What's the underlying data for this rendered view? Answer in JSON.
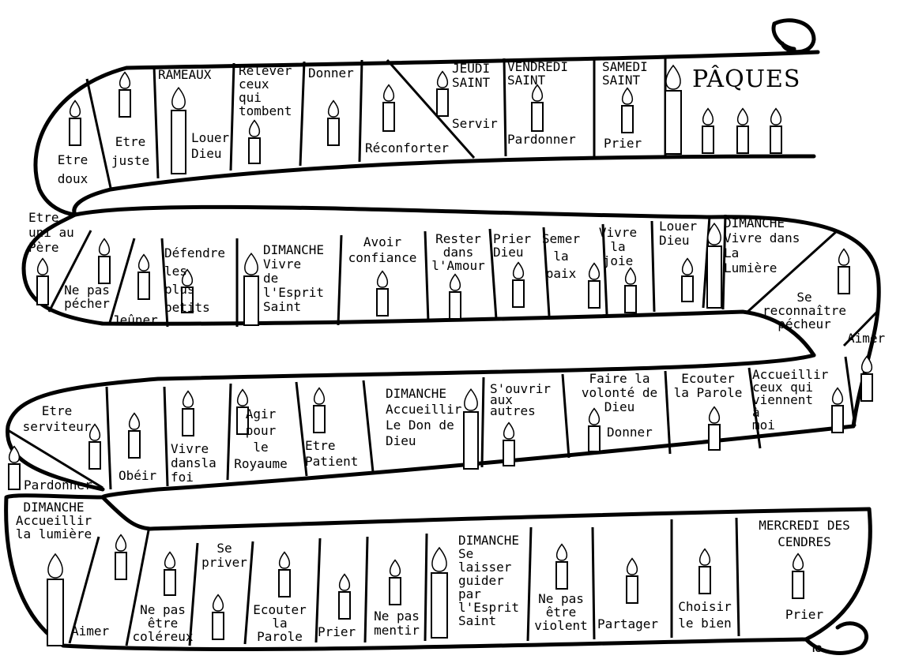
{
  "signature": "IC",
  "cells": [
    {
      "id": "etre-doux",
      "lines": [
        "Etre",
        "doux"
      ]
    },
    {
      "id": "etre-juste",
      "lines": [
        "Etre",
        "juste"
      ]
    },
    {
      "id": "rameaux-title",
      "lines": [
        "RAMEAUX"
      ]
    },
    {
      "id": "louer-dieu-1",
      "lines": [
        "Louer",
        "Dieu"
      ]
    },
    {
      "id": "relever",
      "lines": [
        "Relever",
        "ceux",
        "qui",
        "tombent"
      ]
    },
    {
      "id": "donner-1",
      "lines": [
        "Donner"
      ]
    },
    {
      "id": "reconforter",
      "lines": [
        "Réconforter"
      ]
    },
    {
      "id": "jeudi-saint",
      "lines": [
        "JEUDI",
        "SAINT"
      ]
    },
    {
      "id": "servir",
      "lines": [
        "Servir"
      ]
    },
    {
      "id": "vendredi-saint",
      "lines": [
        "VENDREDI",
        "SAINT"
      ]
    },
    {
      "id": "pardonner-1",
      "lines": [
        "Pardonner"
      ]
    },
    {
      "id": "samedi-saint",
      "lines": [
        "SAMEDI",
        "SAINT"
      ]
    },
    {
      "id": "prier-1",
      "lines": [
        "Prier"
      ]
    },
    {
      "id": "paques",
      "lines": [
        "PÂQUES"
      ]
    },
    {
      "id": "etre-uni",
      "lines": [
        "Etre",
        "uni au",
        "Père"
      ]
    },
    {
      "id": "ne-pas-pecher",
      "lines": [
        "Ne pas",
        "pécher"
      ]
    },
    {
      "id": "jeuner",
      "lines": [
        "Jeûner"
      ]
    },
    {
      "id": "defendre",
      "lines": [
        "Défendre",
        "les",
        "plus",
        "petits"
      ]
    },
    {
      "id": "dim-esprit",
      "lines": [
        "DIMANCHE",
        "Vivre",
        "de",
        "l'Esprit",
        "Saint"
      ]
    },
    {
      "id": "avoir-confiance",
      "lines": [
        "Avoir",
        "confiance"
      ]
    },
    {
      "id": "rester-amour",
      "lines": [
        "Rester",
        "dans",
        "l'Amour"
      ]
    },
    {
      "id": "prier-dieu",
      "lines": [
        "Prier",
        "Dieu"
      ]
    },
    {
      "id": "semer-paix",
      "lines": [
        "Semer",
        "la",
        "paix"
      ]
    },
    {
      "id": "vivre-joie",
      "lines": [
        "Vivre",
        "la",
        "joie"
      ]
    },
    {
      "id": "louer-dieu-2",
      "lines": [
        "Louer",
        "Dieu"
      ]
    },
    {
      "id": "dim-lumiere",
      "lines": [
        "DIMANCHE",
        "Vivre dans",
        "La",
        "Lumière"
      ]
    },
    {
      "id": "se-reconnaitre",
      "lines": [
        "Se",
        "reconnaître",
        "pécheur"
      ]
    },
    {
      "id": "aimer-1",
      "lines": [
        "Aimer"
      ]
    },
    {
      "id": "etre-serviteur",
      "lines": [
        "Etre",
        "serviteur"
      ]
    },
    {
      "id": "pardonner-2",
      "lines": [
        "Pardonner"
      ]
    },
    {
      "id": "obeir",
      "lines": [
        "Obéir"
      ]
    },
    {
      "id": "vivre-foi",
      "lines": [
        "Vivre",
        "dansla",
        "foi"
      ]
    },
    {
      "id": "agir-royaume",
      "lines": [
        "Agir",
        "pour",
        "le",
        "Royaume"
      ]
    },
    {
      "id": "etre-patient",
      "lines": [
        "Etre",
        "Patient"
      ]
    },
    {
      "id": "dim-don",
      "lines": [
        "DIMANCHE",
        "Accueillir",
        "Le Don de",
        "Dieu"
      ]
    },
    {
      "id": "s-ouvrir",
      "lines": [
        "S'ouvrir",
        "aux",
        "autres"
      ]
    },
    {
      "id": "volonte",
      "lines": [
        "Faire la",
        "volonté de",
        "Dieu"
      ]
    },
    {
      "id": "donner-2",
      "lines": [
        "Donner"
      ]
    },
    {
      "id": "ecouter-parole-1",
      "lines": [
        "Ecouter",
        "la Parole"
      ]
    },
    {
      "id": "accueillir-ceux",
      "lines": [
        "Accueillir",
        "ceux qui",
        "viennent",
        "à",
        "moi"
      ]
    },
    {
      "id": "dim-accueillir-lumiere",
      "lines": [
        "DIMANCHE",
        "Accueillir",
        "la lumière"
      ]
    },
    {
      "id": "aimer-2",
      "lines": [
        "Aimer"
      ]
    },
    {
      "id": "ne-pas-colereux",
      "lines": [
        "Ne pas",
        "être",
        "coléreux"
      ]
    },
    {
      "id": "se-priver",
      "lines": [
        "Se",
        "priver"
      ]
    },
    {
      "id": "ecouter-parole-2",
      "lines": [
        "Ecouter",
        "la",
        "Parole"
      ]
    },
    {
      "id": "prier-2",
      "lines": [
        "Prier"
      ]
    },
    {
      "id": "ne-pas-mentir",
      "lines": [
        "Ne pas",
        "mentir"
      ]
    },
    {
      "id": "dim-guider",
      "lines": [
        "DIMANCHE",
        "Se",
        "laisser",
        "guider",
        "par",
        "l'Esprit",
        "Saint"
      ]
    },
    {
      "id": "ne-pas-violent",
      "lines": [
        "Ne pas",
        "être",
        "violent"
      ]
    },
    {
      "id": "partager",
      "lines": [
        "Partager"
      ]
    },
    {
      "id": "choisir-bien",
      "lines": [
        "Choisir",
        "le bien"
      ]
    },
    {
      "id": "mercredi-cendres",
      "lines": [
        "MERCREDI DES",
        "CENDRES"
      ]
    },
    {
      "id": "prier-3",
      "lines": [
        "Prier"
      ]
    }
  ]
}
